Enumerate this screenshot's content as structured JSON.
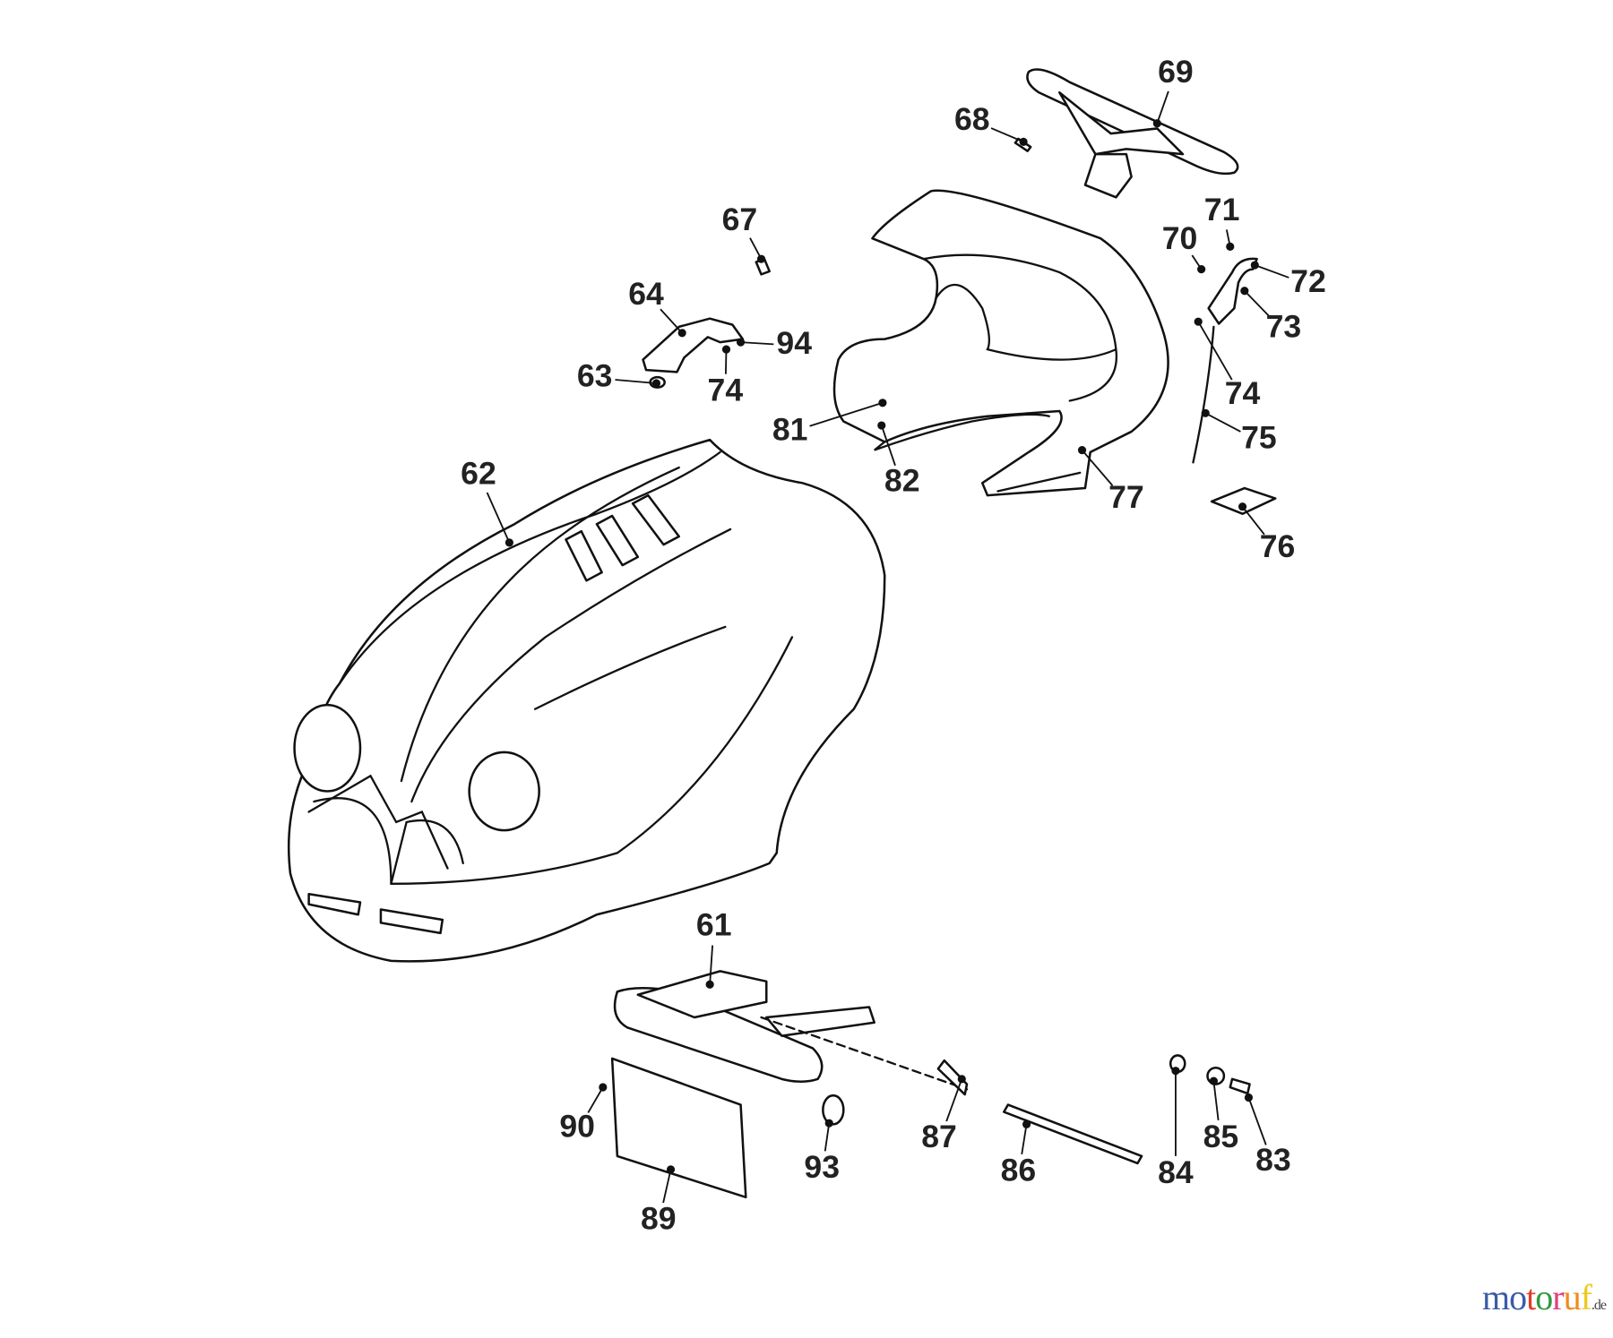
{
  "diagram": {
    "callouts": [
      "69",
      "68",
      "67",
      "71",
      "70",
      "72",
      "64",
      "94",
      "73",
      "63",
      "74",
      "74",
      "81",
      "75",
      "82",
      "62",
      "77",
      "76",
      "61",
      "87",
      "86",
      "84",
      "85",
      "83",
      "90",
      "93",
      "89"
    ]
  },
  "watermark": {
    "text": "motoruf",
    "suffix": ".de",
    "letters": [
      "m",
      "o",
      "t",
      "o",
      "r",
      "u",
      "f"
    ],
    "colors": [
      "#3a5ba8",
      "#3a5ba8",
      "#e03c2c",
      "#2f9b3d",
      "#e0407f",
      "#f08a1c",
      "#f0c81c"
    ]
  }
}
